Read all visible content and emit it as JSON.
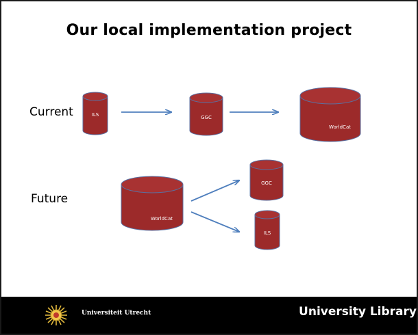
{
  "slide": {
    "title": "Our local implementation project"
  },
  "rows": {
    "current_label": "Current",
    "future_label": "Future"
  },
  "databases": {
    "current": [
      "ILS",
      "GGC",
      "WorldCat"
    ],
    "future_source": "WorldCat",
    "future_targets": [
      "GGC",
      "ILS"
    ]
  },
  "colors": {
    "cylinder_fill": "#9c2a2a",
    "cylinder_top": "#a83232",
    "cylinder_stroke": "#5a6fa0",
    "arrow": "#4f7fbd",
    "footer_bg": "#000000"
  },
  "footer": {
    "university": "Universiteit Utrecht",
    "library": "University Library",
    "logo_icon": "sun-seal-logo"
  }
}
